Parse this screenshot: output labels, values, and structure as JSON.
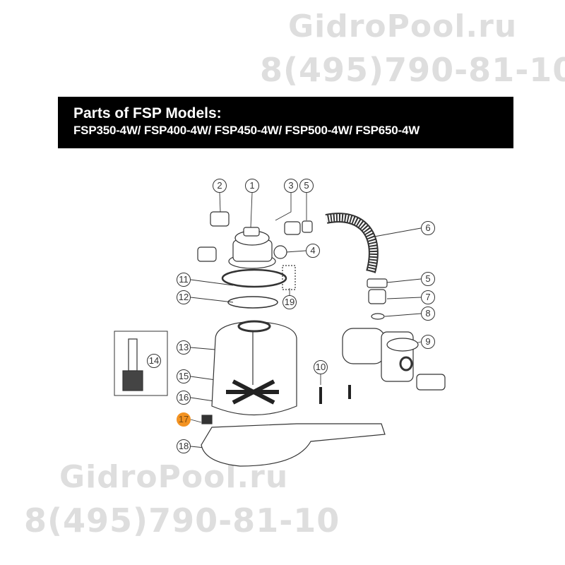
{
  "watermarks": {
    "site": "GidroPool.ru",
    "phone": "8(495)790-81-10"
  },
  "header": {
    "title": "Parts of FSP Models:",
    "models": "FSP350-4W/ FSP400-4W/ FSP450-4W/ FSP500-4W/ FSP650-4W"
  },
  "callouts": [
    "1",
    "2",
    "3",
    "4",
    "5",
    "5",
    "6",
    "7",
    "8",
    "9",
    "10",
    "11",
    "12",
    "13",
    "14",
    "15",
    "16",
    "17",
    "18",
    "19"
  ],
  "highlight": {
    "part": "17",
    "color": "#f39322"
  }
}
